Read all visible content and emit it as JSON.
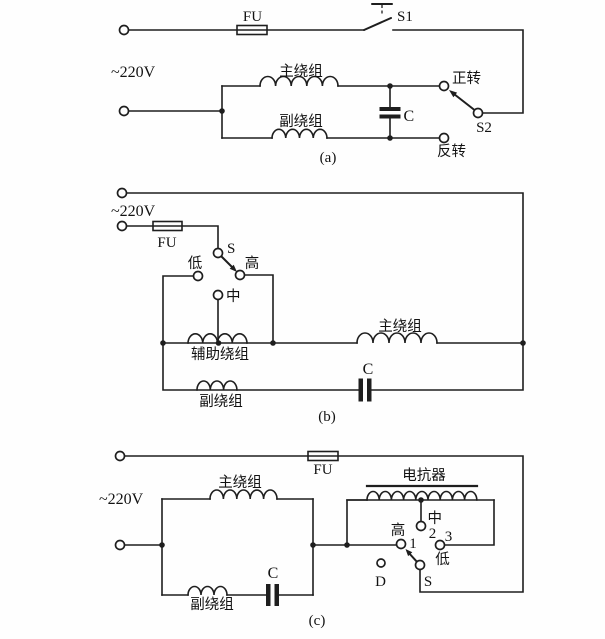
{
  "figure": {
    "background": "#fefefe",
    "ink_color": "#1e1e1e"
  },
  "circuit_a": {
    "caption": "(a)",
    "voltage_label": "~220V",
    "fuse_label": "FU",
    "switch1_label": "S1",
    "main_winding_label": "主绕组",
    "aux_winding_label": "副绕组",
    "capacitor_label": "C",
    "forward_label": "正转",
    "reverse_label": "反转",
    "switch2_label": "S2"
  },
  "circuit_b": {
    "caption": "(b)",
    "voltage_label": "~220V",
    "fuse_label": "FU",
    "switch_label": "S",
    "low_label": "低",
    "high_label": "高",
    "mid_label": "中",
    "auxiliary_winding_label": "辅助绕组",
    "main_winding_label": "主绕组",
    "sub_winding_label": "副绕组",
    "capacitor_label": "C"
  },
  "circuit_c": {
    "caption": "(c)",
    "voltage_label": "~220V",
    "fuse_label": "FU",
    "reactor_label": "电抗器",
    "main_winding_label": "主绕组",
    "sub_winding_label": "副绕组",
    "capacitor_label": "C",
    "mid_label": "中",
    "high_label": "高",
    "low_label": "低",
    "tap1_label": "1",
    "tap2_label": "2",
    "tap3_label": "3",
    "park_label": "D",
    "switch_label": "S"
  }
}
